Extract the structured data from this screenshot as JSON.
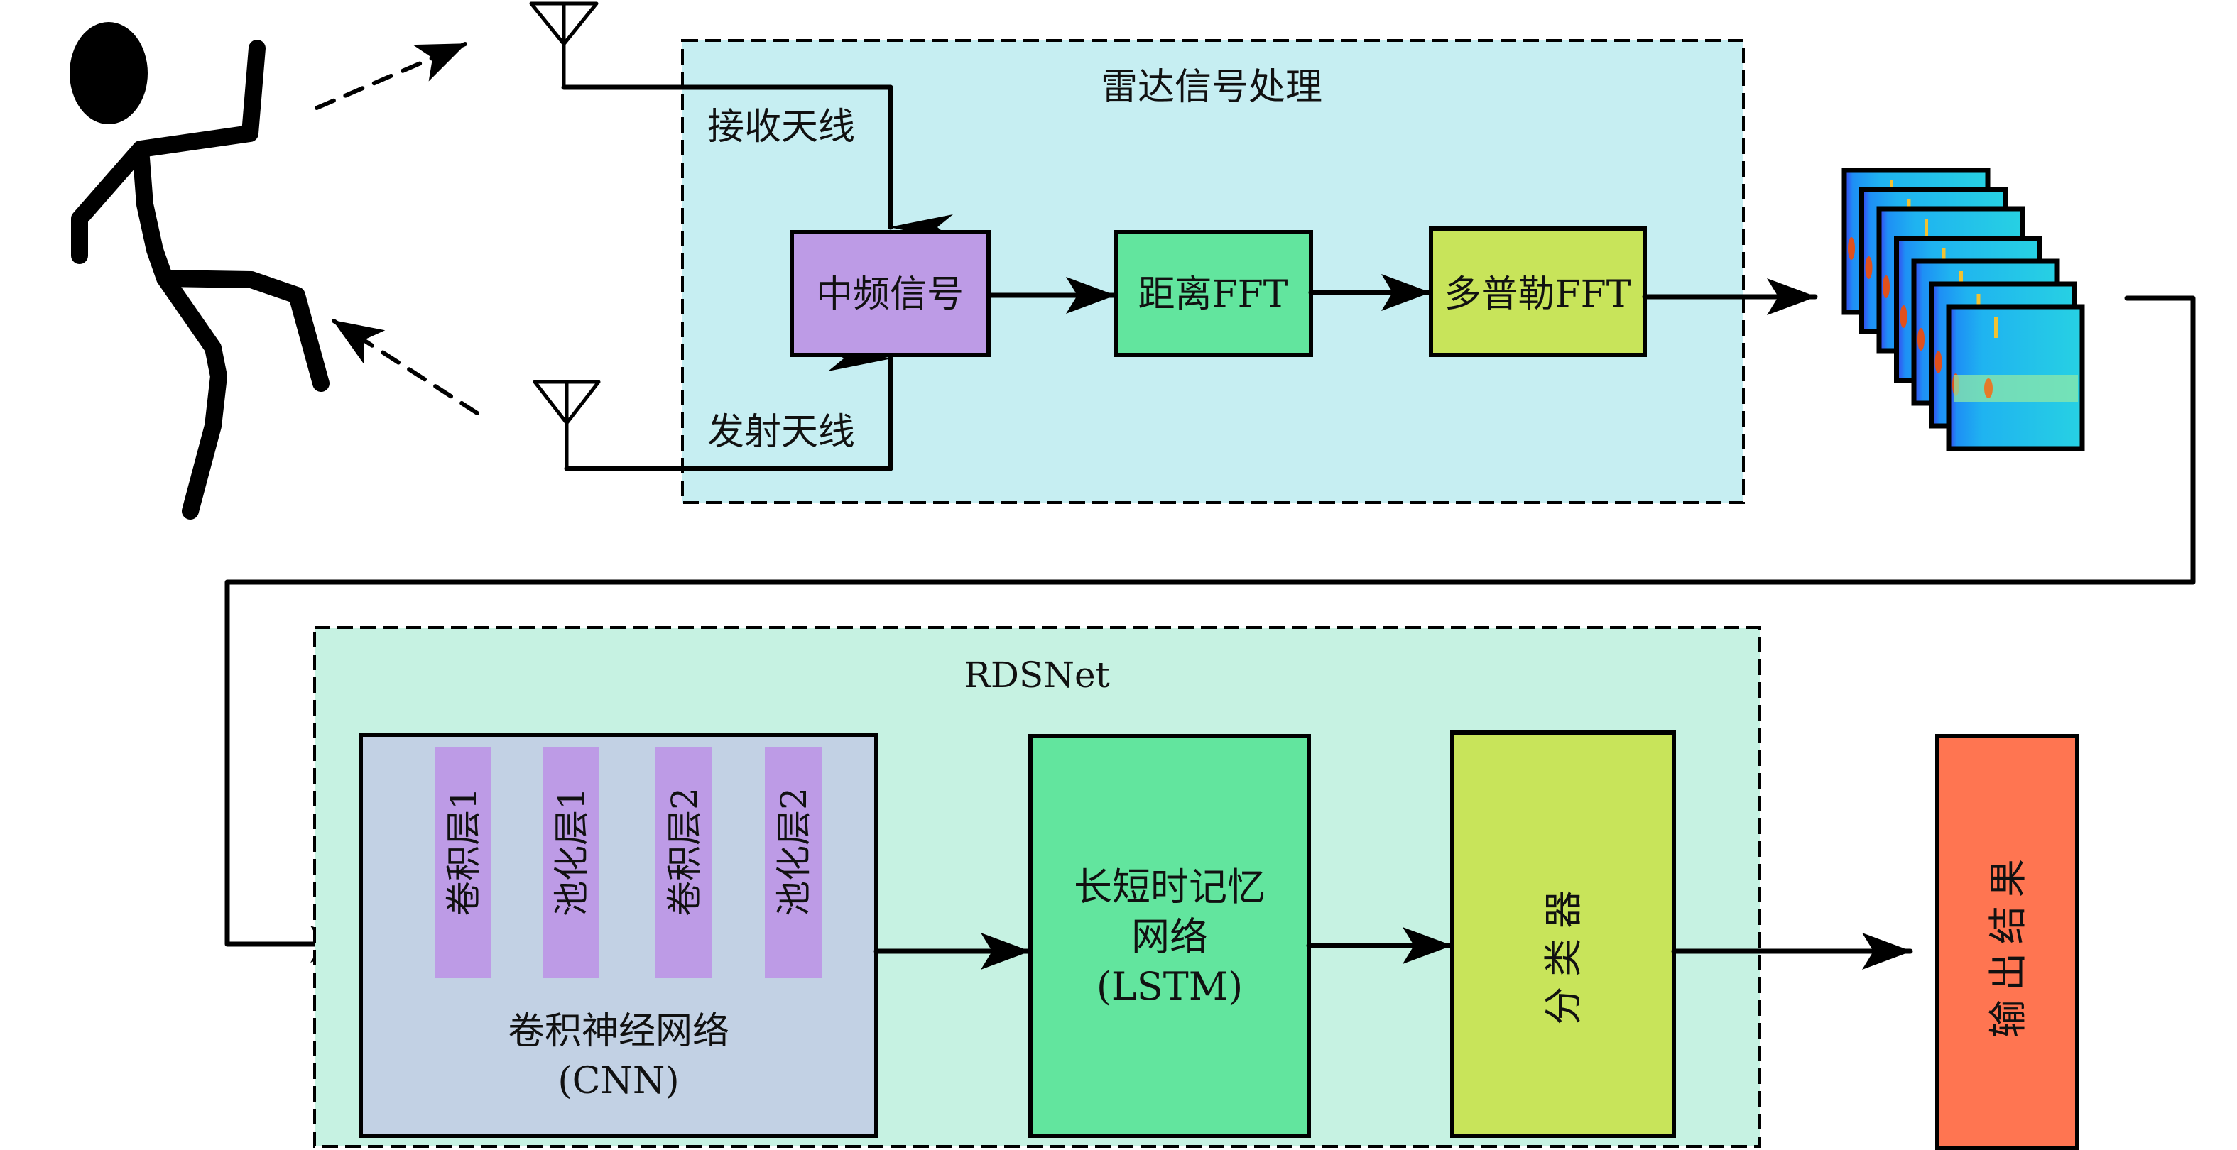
{
  "colors": {
    "radar_bg": "#c6eef2",
    "rdsnet_bg": "#c6f2e2",
    "if_signal": "#bd9be6",
    "range_fft": "#62e59e",
    "doppler_fft": "#c8e45a",
    "cnn_bg": "#c2d1e4",
    "cnn_layer": "#bd9be6",
    "lstm": "#62e59e",
    "classifier": "#c8e45a",
    "output": "#ff7551"
  },
  "radar": {
    "title": "雷达信号处理",
    "rx_antenna_label": "接收天线",
    "tx_antenna_label": "发射天线",
    "blocks": [
      {
        "id": "if",
        "label": "中频信号"
      },
      {
        "id": "range",
        "label": "距离FFT"
      },
      {
        "id": "doppler",
        "label": "多普勒FFT"
      }
    ]
  },
  "spectrogram_stack": {
    "frames": 7
  },
  "rdsnet": {
    "title": "RDSNet",
    "cnn": {
      "label_line1": "卷积神经网络",
      "label_line2": "(CNN)",
      "layers": [
        "卷积层1",
        "池化层1",
        "卷积层2",
        "池化层2"
      ]
    },
    "lstm": {
      "line1": "长短时记忆",
      "line2": "网络",
      "line3": "(LSTM)"
    },
    "classifier": {
      "label": "分类器"
    }
  },
  "output": {
    "label": "输出结果"
  }
}
